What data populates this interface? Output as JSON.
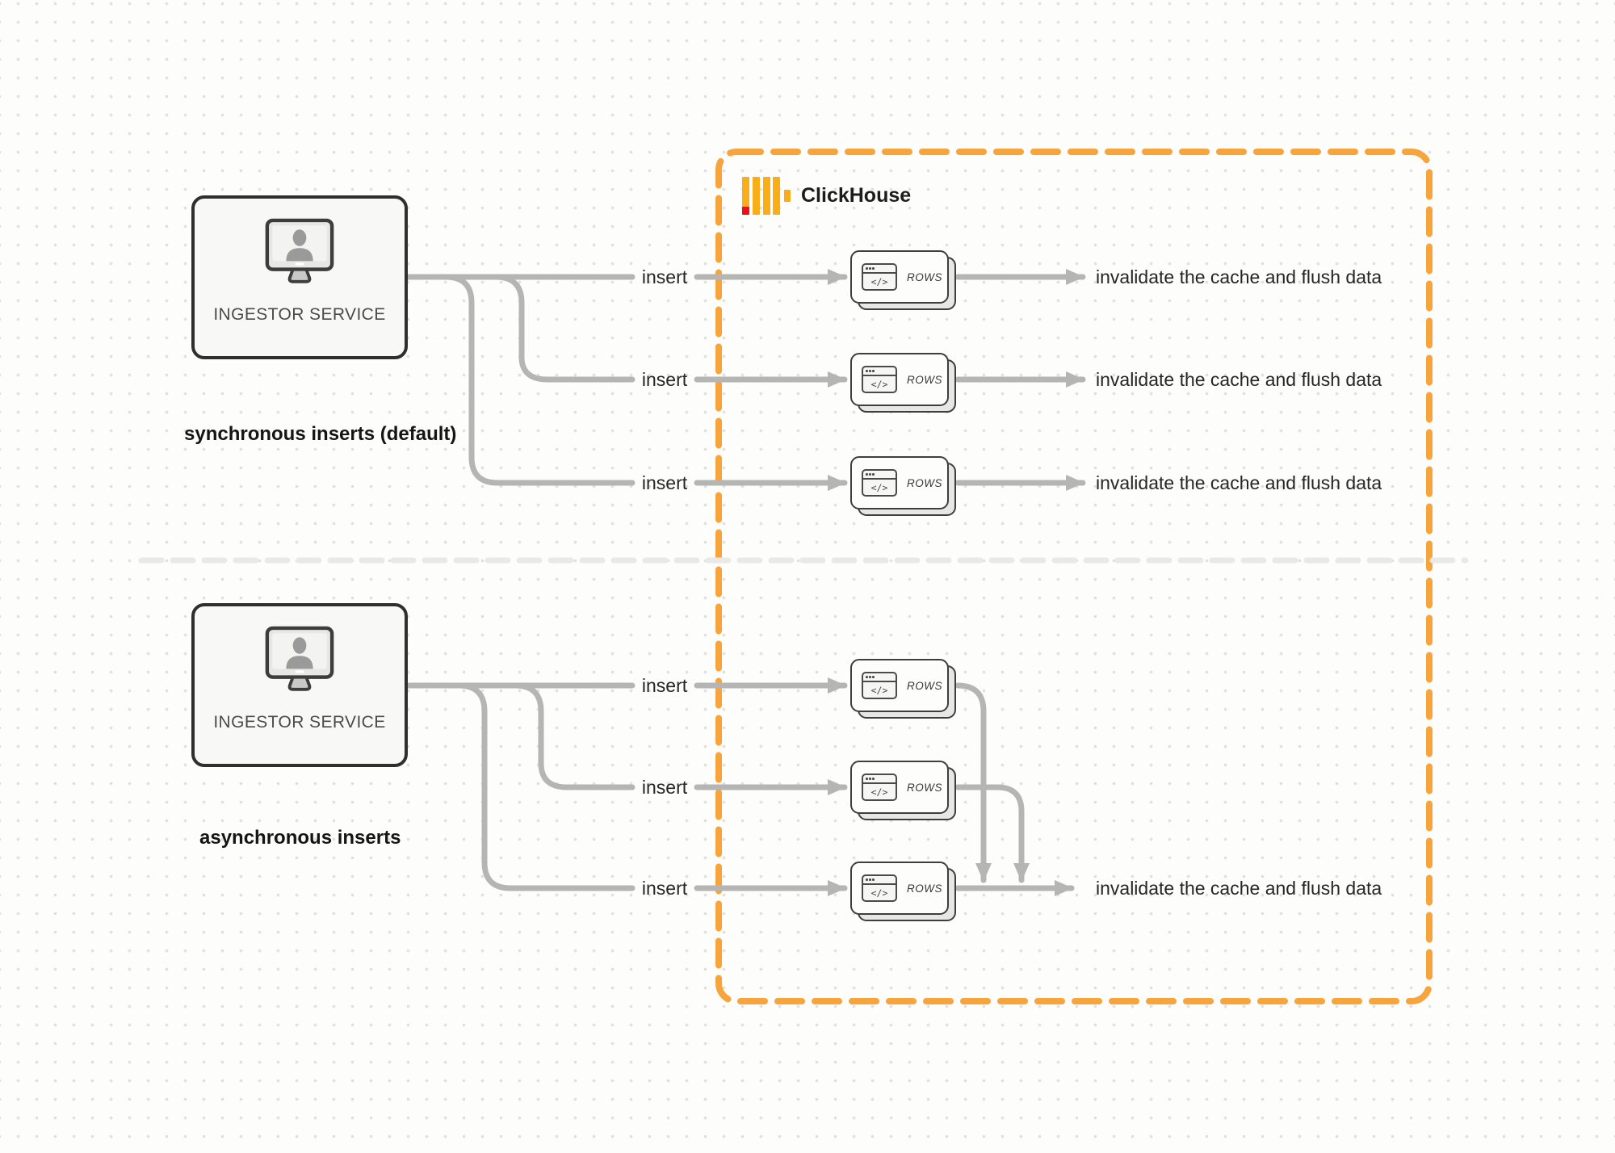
{
  "diagram": {
    "clickhouse_label": "ClickHouse",
    "sync": {
      "section_label": "synchronous inserts (default)",
      "service_label": "INGESTOR SERVICE",
      "rows": [
        {
          "insert_label": "insert",
          "card_label": "ROWS",
          "result_label": "invalidate the cache and flush data"
        },
        {
          "insert_label": "insert",
          "card_label": "ROWS",
          "result_label": "invalidate the cache and flush data"
        },
        {
          "insert_label": "insert",
          "card_label": "ROWS",
          "result_label": "invalidate the cache and flush data"
        }
      ]
    },
    "async": {
      "section_label": "asynchronous inserts",
      "service_label": "INGESTOR SERVICE",
      "rows": [
        {
          "insert_label": "insert",
          "card_label": "ROWS"
        },
        {
          "insert_label": "insert",
          "card_label": "ROWS"
        },
        {
          "insert_label": "insert",
          "card_label": "ROWS"
        }
      ],
      "result_label": "invalidate the cache and flush data"
    },
    "icons": {
      "code_glyph": "</>",
      "card_icon": "code-window-icon",
      "service_icon": "monitor-user-icon",
      "logo_icon": "clickhouse-bars-logo"
    },
    "colors": {
      "boundary_orange": "#f8a43d",
      "logo_yellow": "#f9ae17",
      "logo_red": "#ee0f14",
      "connector_gray": "#b5b5b5",
      "divider_gray": "#e9e9e9"
    }
  }
}
